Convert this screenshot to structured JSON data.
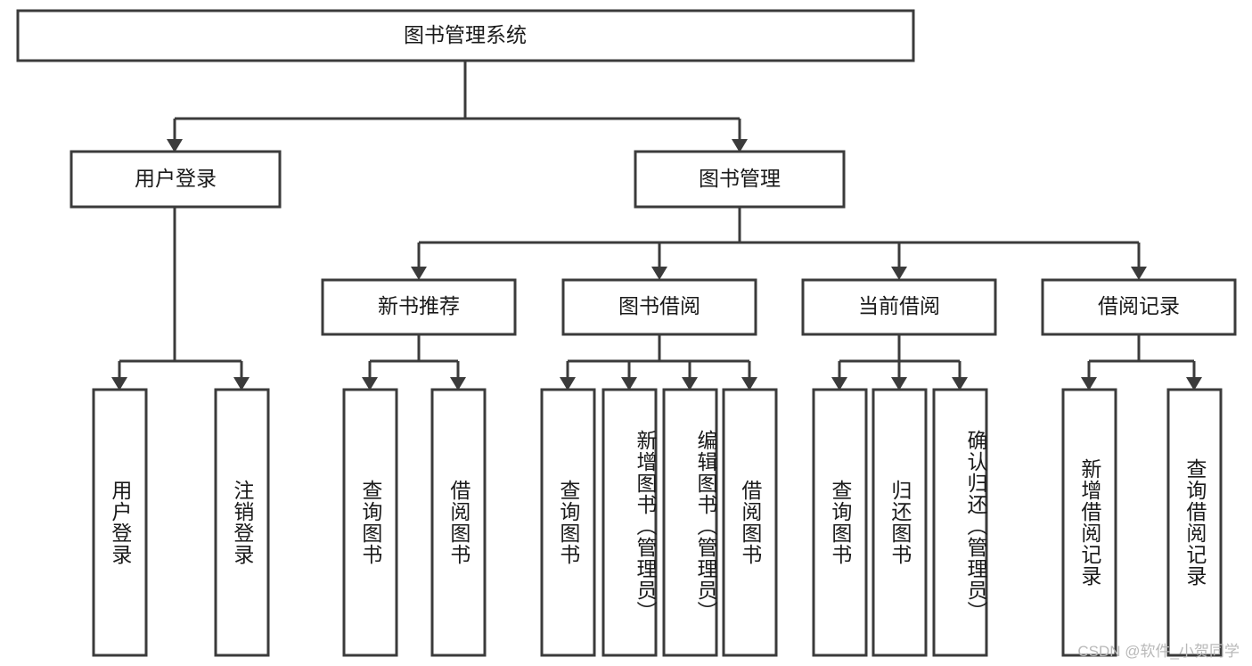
{
  "diagram": {
    "type": "tree-hierarchy",
    "root": {
      "id": "root",
      "label": "图书管理系统",
      "orientation": "horizontal"
    },
    "level1": [
      {
        "id": "user-login",
        "label": "用户登录",
        "orientation": "horizontal"
      },
      {
        "id": "book-management",
        "label": "图书管理",
        "orientation": "horizontal"
      }
    ],
    "level2": [
      {
        "id": "new-book-recommend",
        "label": "新书推荐",
        "orientation": "horizontal",
        "parent": "book-management"
      },
      {
        "id": "book-borrow",
        "label": "图书借阅",
        "orientation": "horizontal",
        "parent": "book-management"
      },
      {
        "id": "current-borrow",
        "label": "当前借阅",
        "orientation": "horizontal",
        "parent": "book-management"
      },
      {
        "id": "borrow-record",
        "label": "借阅记录",
        "orientation": "horizontal",
        "parent": "book-management"
      }
    ],
    "leaves": [
      {
        "id": "leaf-user-login",
        "label": "用户登录",
        "orientation": "vertical",
        "parent": "user-login"
      },
      {
        "id": "leaf-user-logout",
        "label": "注销登录",
        "orientation": "vertical",
        "parent": "user-login"
      },
      {
        "id": "leaf-query-book-1",
        "label": "查询图书",
        "orientation": "vertical",
        "parent": "new-book-recommend"
      },
      {
        "id": "leaf-borrow-book-1",
        "label": "借阅图书",
        "orientation": "vertical",
        "parent": "new-book-recommend"
      },
      {
        "id": "leaf-query-book-2",
        "label": "查询图书",
        "orientation": "vertical",
        "parent": "book-borrow"
      },
      {
        "id": "leaf-add-book",
        "label": "新增图书（管理员）",
        "orientation": "vertical",
        "parent": "book-borrow"
      },
      {
        "id": "leaf-edit-book",
        "label": "编辑图书（管理员）",
        "orientation": "vertical",
        "parent": "book-borrow"
      },
      {
        "id": "leaf-borrow-book-2",
        "label": "借阅图书",
        "orientation": "vertical",
        "parent": "book-borrow"
      },
      {
        "id": "leaf-query-book-3",
        "label": "查询图书",
        "orientation": "vertical",
        "parent": "current-borrow"
      },
      {
        "id": "leaf-return-book",
        "label": "归还图书",
        "orientation": "vertical",
        "parent": "current-borrow"
      },
      {
        "id": "leaf-confirm-return",
        "label": "确认归还（管理员）",
        "orientation": "vertical",
        "parent": "current-borrow"
      },
      {
        "id": "leaf-add-record",
        "label": "新增借阅记录",
        "orientation": "vertical",
        "parent": "borrow-record"
      },
      {
        "id": "leaf-query-record",
        "label": "查询借阅记录",
        "orientation": "vertical",
        "parent": "borrow-record"
      }
    ],
    "colors": {
      "box_fill": "#ffffff",
      "box_stroke": "#3b3b3b",
      "text": "#1a1a1a",
      "background": "#ffffff",
      "watermark": "#b9b9b9"
    }
  },
  "watermark": {
    "text": "CSDN @软件_小贺同学"
  }
}
